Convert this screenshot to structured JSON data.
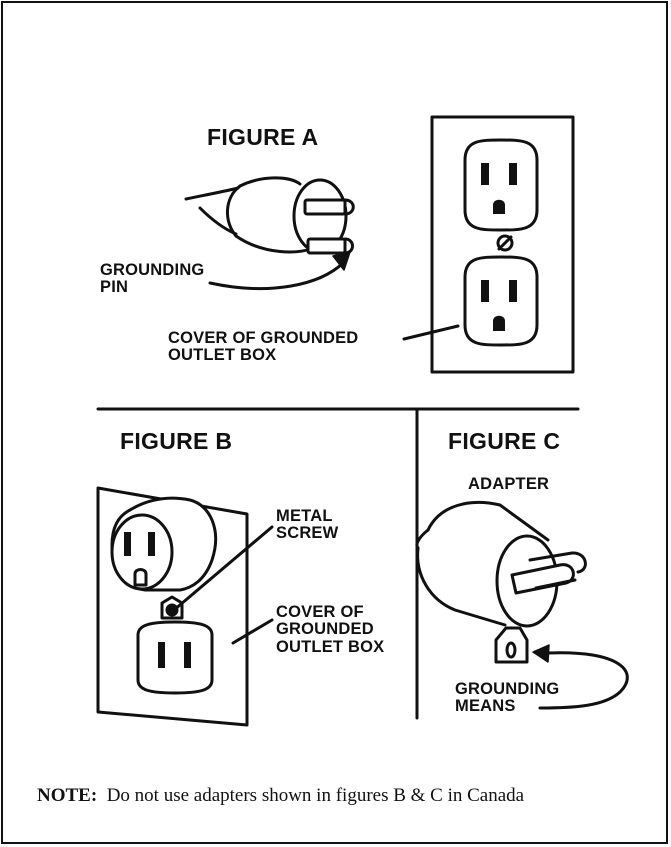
{
  "figure_a": {
    "title": "FIGURE A",
    "grounding_pin_line1": "GROUNDING",
    "grounding_pin_line2": "PIN",
    "cover_line1": "COVER OF GROUNDED",
    "cover_line2": "OUTLET BOX"
  },
  "figure_b": {
    "title": "FIGURE B",
    "metal_screw_line1": "METAL",
    "metal_screw_line2": "SCREW",
    "cover_line1": "COVER OF",
    "cover_line2": "GROUNDED",
    "cover_line3": "OUTLET BOX"
  },
  "figure_c": {
    "title": "FIGURE C",
    "adapter": "ADAPTER",
    "grounding_means_line1": "GROUNDING",
    "grounding_means_line2": "MEANS"
  },
  "note": {
    "label": "NOTE:",
    "text": "Do not use adapters shown in figures B & C in Canada"
  }
}
